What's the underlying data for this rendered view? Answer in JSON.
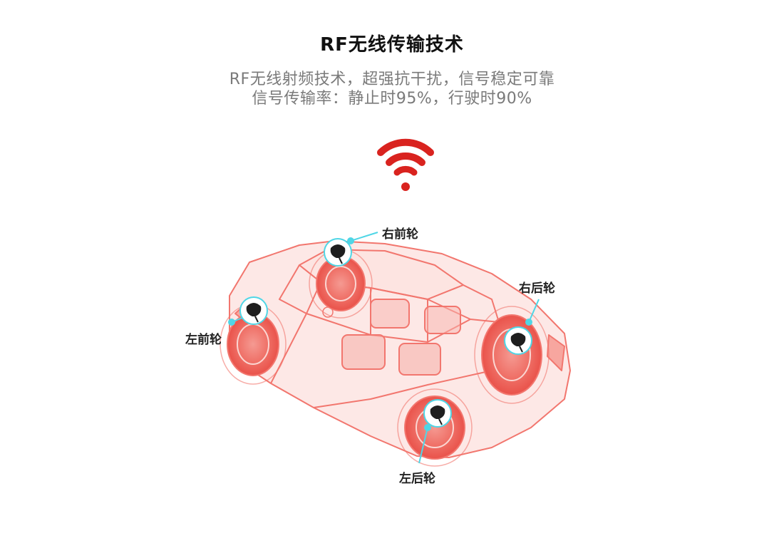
{
  "header": {
    "title": "RF无线传输技术",
    "line1": "RF无线射频技术，超强抗干扰，信号稳定可靠",
    "line2": "信号传输率：静止时95%，行驶时90%"
  },
  "wheels": {
    "right_front": "右前轮",
    "right_rear": "右后轮",
    "left_front": "左前轮",
    "left_rear": "左后轮"
  },
  "icons": {
    "signal": "wifi-signal-icon",
    "sensor": "tire-sensor-icon"
  },
  "colors": {
    "signal": "#d9231f",
    "car_line": "#f2766e",
    "car_fill": "#fbd6d2",
    "leader": "#4fd6e6",
    "title": "#111111",
    "subtitle": "#7a7a7a"
  }
}
